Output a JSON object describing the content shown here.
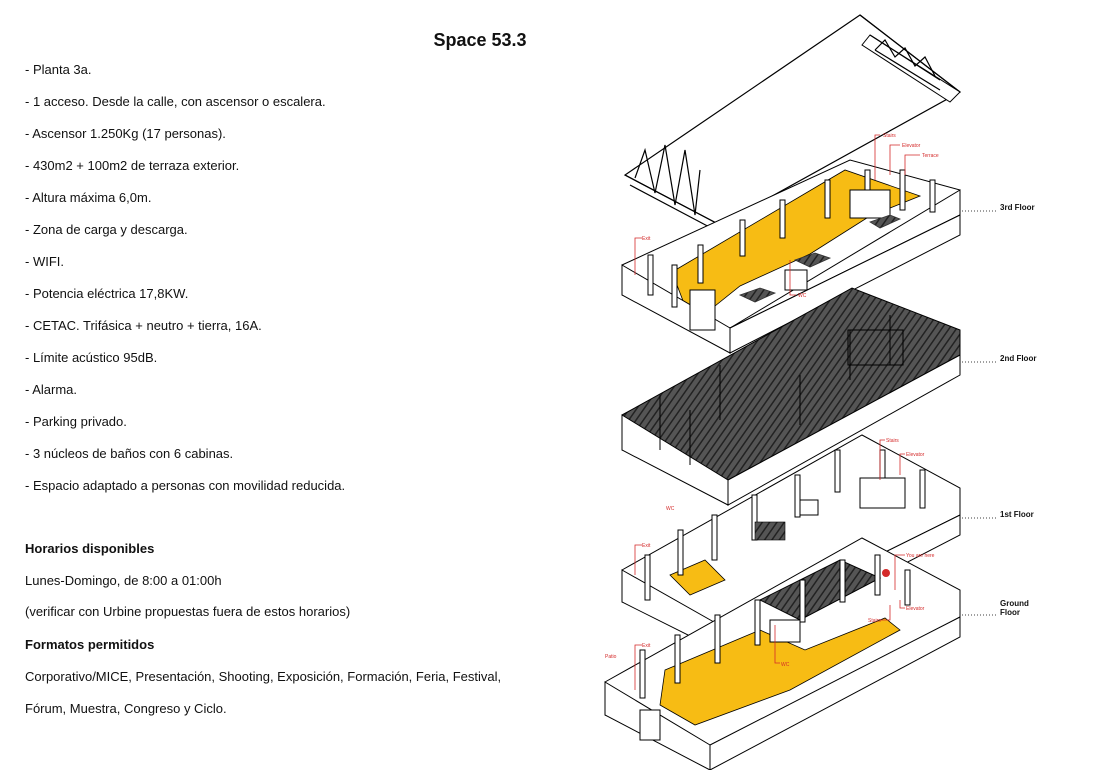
{
  "title": "Space 53.3",
  "features": [
    "- Planta 3a.",
    "- 1 acceso. Desde la calle, con ascensor o escalera.",
    "- Ascensor 1.250Kg (17 personas).",
    "- 430m2 + 100m2 de terraza exterior.",
    "- Altura máxima 6,0m.",
    "- Zona de carga y descarga.",
    "- WIFI.",
    "- Potencia eléctrica 17,8KW.",
    "- CETAC. Trifásica + neutro + tierra, 16A.",
    "- Límite acústico 95dB.",
    "- Alarma.",
    "- Parking privado.",
    "- 3 núcleos de baños con 6 cabinas.",
    "- Espacio adaptado a personas con movilidad reducida."
  ],
  "hours": {
    "heading": "Horarios disponibles",
    "schedule": "Lunes-Domingo, de 8:00 a 01:00h",
    "note": "(verificar con Urbine propuestas fuera de estos horarios)"
  },
  "formats": {
    "heading": "Formatos permitidos",
    "line1": "Corporativo/MICE, Presentación, Shooting, Exposición, Formación, Feria, Festival,",
    "line2": "Fórum, Muestra, Congreso y Ciclo."
  },
  "drawing": {
    "floor3": "3rd Floor",
    "floor2": "2nd Floor",
    "floor1": "1st Floor",
    "ground1": "Ground",
    "ground2": "Floor",
    "tags": {
      "stairs": "Stairs",
      "elevator": "Elevator",
      "terrace": "Terrace",
      "exit": "Exit",
      "wc": "WC",
      "patio": "Patio",
      "you_are_here": "You are here"
    },
    "colors": {
      "highlight": "#f7bc14",
      "hatch": "#333333",
      "tags": "#d42a2a"
    }
  }
}
